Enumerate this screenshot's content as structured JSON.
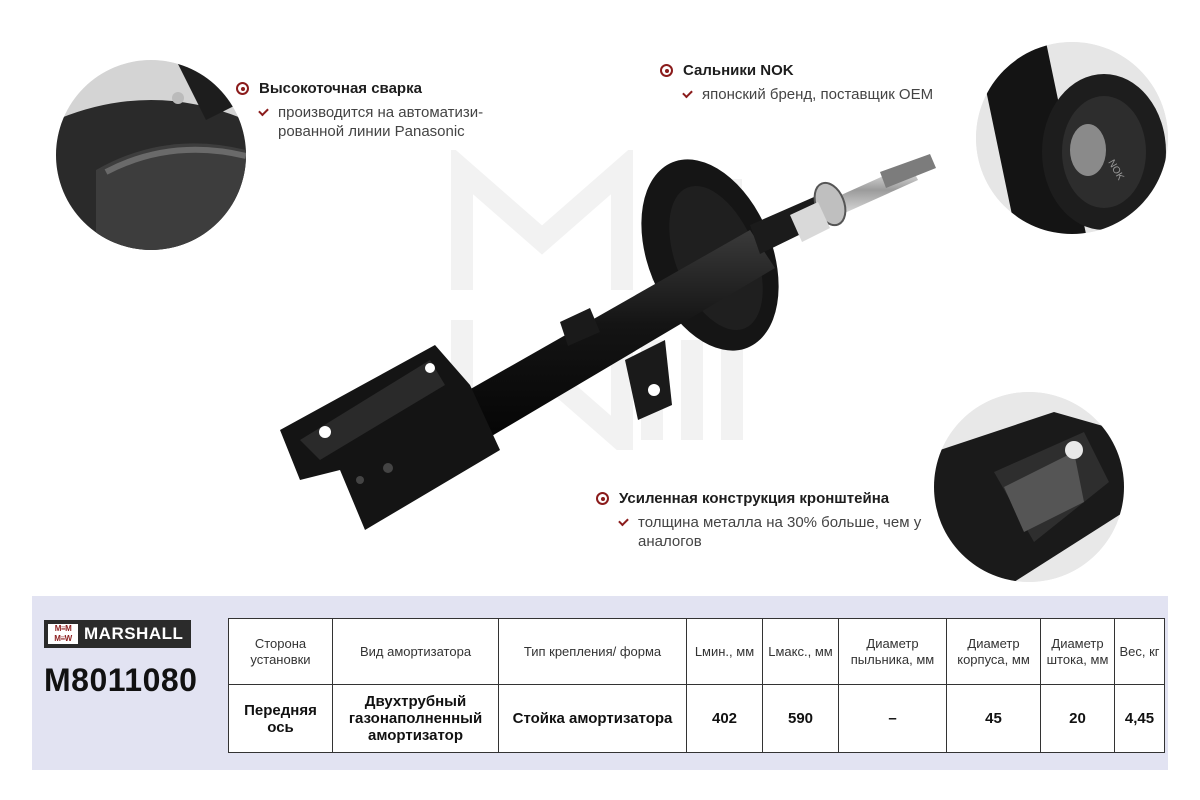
{
  "features": [
    {
      "title": "Высокоточная сварка",
      "desc": "производится на автоматизи-рованной линии Panasonic"
    },
    {
      "title": "Сальники NOK",
      "desc": "японский бренд, поставщик OEM"
    },
    {
      "title": "Усиленная конструкция кронштейна",
      "desc": "толщина металла на 30% больше, чем у аналогов"
    }
  ],
  "brand": {
    "name": "MARSHALL",
    "logo_text": "M≡M M≡W",
    "part_number": "M8011080"
  },
  "detail_labels": {
    "seal_text": "NOK"
  },
  "spec_table": {
    "headers": [
      "Сторона установки",
      "Вид амортизатора",
      "Тип крепления/ форма",
      "Lмин., мм",
      "Lмакс., мм",
      "Диаметр пыльника, мм",
      "Диаметр корпуса, мм",
      "Диаметр штока, мм",
      "Вес, кг"
    ],
    "values": [
      "Передняя ось",
      "Двухтрубный газонаполненный амортизатор",
      "Стойка амортизатора",
      "402",
      "590",
      "–",
      "45",
      "20",
      "4,45"
    ]
  },
  "colors": {
    "accent": "#8b1c1c",
    "panel": "#e2e3f2",
    "product": "#1c1c1c"
  },
  "icons": [
    "target-bullet-icon",
    "check-icon"
  ]
}
